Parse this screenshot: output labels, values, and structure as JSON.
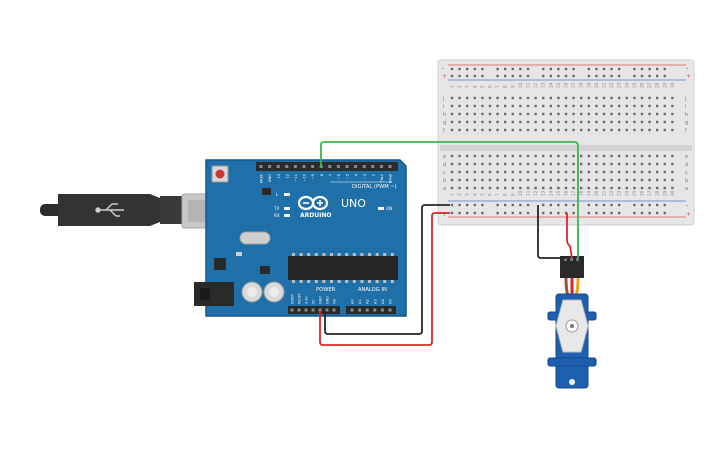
{
  "arduino": {
    "brand": "ARDUINO",
    "model": "UNO",
    "digital_label": "DIGITAL (PWM ~)",
    "power_label": "POWER",
    "analog_label": "ANALOG IN",
    "led_labels": [
      "L",
      "TX",
      "RX",
      "ON"
    ],
    "digital_pins": [
      "AREF",
      "GND",
      "13",
      "12",
      "~11",
      "~10",
      "~9",
      "8",
      "7",
      "~6",
      "~5",
      "4",
      "~3",
      "2",
      "TX▸1",
      "RX◂0"
    ],
    "power_pins": [
      "IOREF",
      "RESET",
      "3.3V",
      "5V",
      "GND",
      "GND",
      "Vin"
    ],
    "analog_pins": [
      "A0",
      "A1",
      "A2",
      "A3",
      "A4",
      "A5"
    ],
    "colors": {
      "board": "#1f6fa8",
      "board_edge": "#17578a",
      "header": "#2b2b2b"
    }
  },
  "usb_cable": {
    "icon": "usb-icon",
    "colors": {
      "plug": "#2d2d2d",
      "connector": "#c8c8c8"
    }
  },
  "breadboard": {
    "row_letters_top": [
      "j",
      "i",
      "h",
      "g",
      "f"
    ],
    "row_letters_bottom": [
      "e",
      "d",
      "c",
      "b",
      "a"
    ],
    "column_numbers": [
      "1",
      "2",
      "3",
      "4",
      "5",
      "6",
      "7",
      "8",
      "9",
      "10",
      "11",
      "12",
      "13",
      "14",
      "15",
      "16",
      "17",
      "18",
      "19",
      "20",
      "21",
      "22",
      "23",
      "24",
      "25",
      "26",
      "27",
      "28",
      "29",
      "30"
    ],
    "rail_plus": "+",
    "rail_minus": "-",
    "colors": {
      "body": "#e6e6e6",
      "hole": "#6a6a6a",
      "rail_red": "#e05050",
      "rail_blue": "#5070d0"
    }
  },
  "servo": {
    "colors": {
      "body": "#1e5fb0",
      "horn": "#e8e8e8",
      "connector": "#2a2a2a"
    }
  },
  "wires": {
    "signal": "#3fb34f",
    "power": "#e02525",
    "ground": "#262626"
  }
}
